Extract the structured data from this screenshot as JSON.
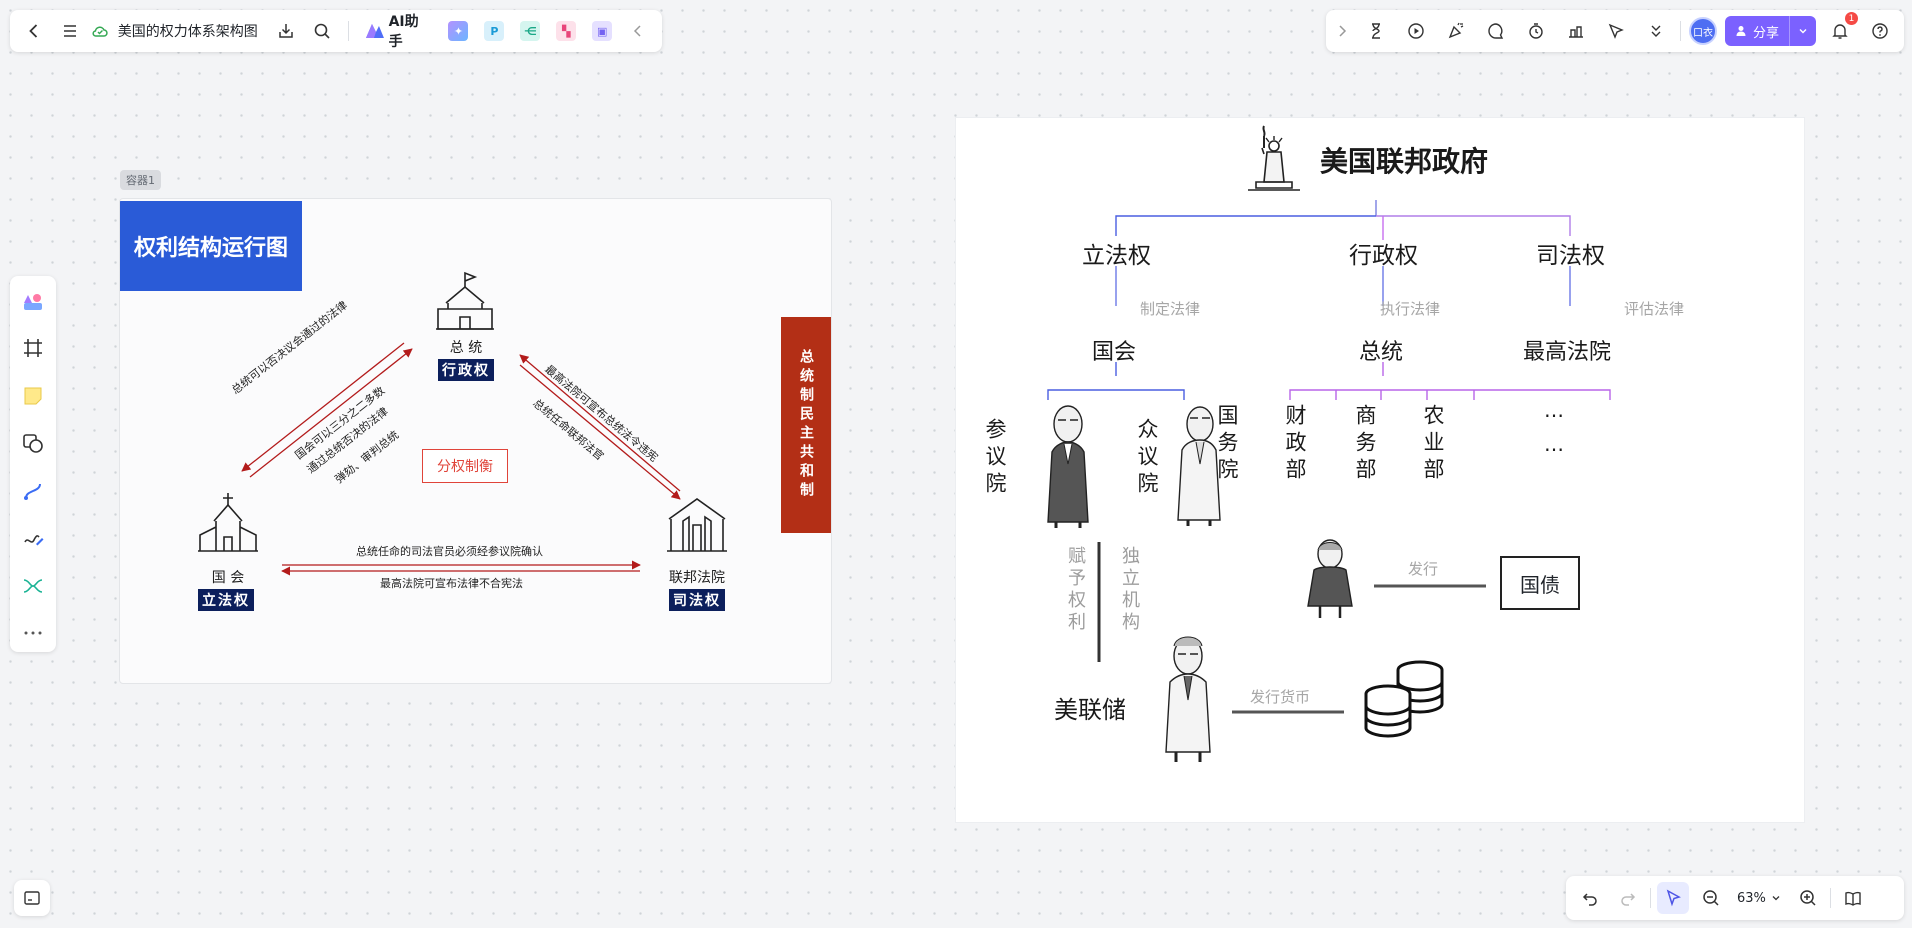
{
  "topbar": {
    "doc_title": "美国的权力体系架构图",
    "ai_label": "AI助手"
  },
  "topright": {
    "avatar_text": "口衣",
    "share_label": "分享",
    "notify_count": "1"
  },
  "zoom": {
    "level": "63%"
  },
  "container": {
    "tag": "容器1",
    "title": "权利结构运行图",
    "president": "总 统",
    "president_power": "行政权",
    "congress": "国 会",
    "congress_power": "立法权",
    "court": "联邦法院",
    "court_power": "司法权",
    "center": "分权制衡",
    "republic": "总统制民主共和制",
    "left_arrow_top": "总统可以否决议会通过的法律",
    "left_arrow_bottom_1": "国会可以三分之二多数",
    "left_arrow_bottom_2": "通过总统否决的法律",
    "left_arrow_bottom_3": "弹劾、审判总统",
    "right_arrow_top": "最高法院可宣布总统法令违宪",
    "right_arrow_bottom": "总统任命联邦法官",
    "bottom_arrow_top": "总统任命的司法官员必须经参议院确认",
    "bottom_arrow_bottom": "最高法院可宣布法律不合宪法"
  },
  "gov": {
    "title": "美国联邦政府",
    "legislative": "立法权",
    "executive": "行政权",
    "judicial": "司法权",
    "leg_desc": "制定法律",
    "exe_desc": "执行法律",
    "jud_desc": "评估法律",
    "congress": "国会",
    "president": "总统",
    "court": "最高法院",
    "senate": "参议院",
    "house": "众议院",
    "dept_state": "国务院",
    "dept_treasury": "财政部",
    "dept_commerce": "商务部",
    "dept_agri": "农业部",
    "dept_more_1": "…",
    "dept_more_2": "…",
    "grant": "赋予权利",
    "independent": "独立机构",
    "issue": "发行",
    "bond": "国债",
    "fed": "美联储",
    "issue_currency": "发行货币"
  }
}
